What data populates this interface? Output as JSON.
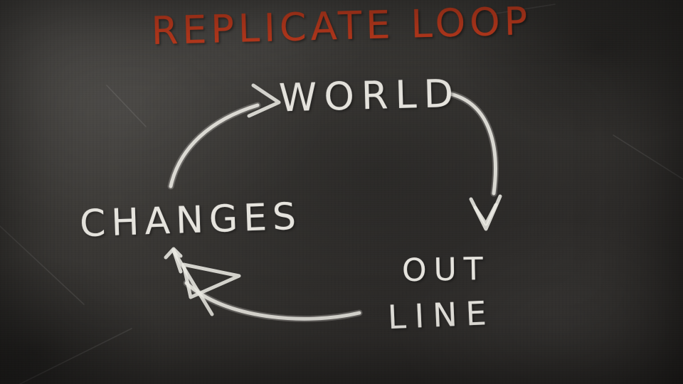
{
  "title": {
    "text": "REPLICATE LOOP"
  },
  "colors": {
    "chalk_white": "#ebe9e2",
    "chalk_red": "#c53d1f",
    "board_dark": "#33312e"
  },
  "diagram": {
    "type": "cycle",
    "nodes": [
      {
        "id": "world",
        "label": "WORLD"
      },
      {
        "id": "outline",
        "label_line1": "OUT",
        "label_line2": "LINE"
      },
      {
        "id": "changes",
        "label": "CHANGES"
      }
    ],
    "edges": [
      {
        "from": "changes",
        "to": "world"
      },
      {
        "from": "world",
        "to": "outline"
      },
      {
        "from": "outline",
        "to": "changes"
      }
    ]
  }
}
